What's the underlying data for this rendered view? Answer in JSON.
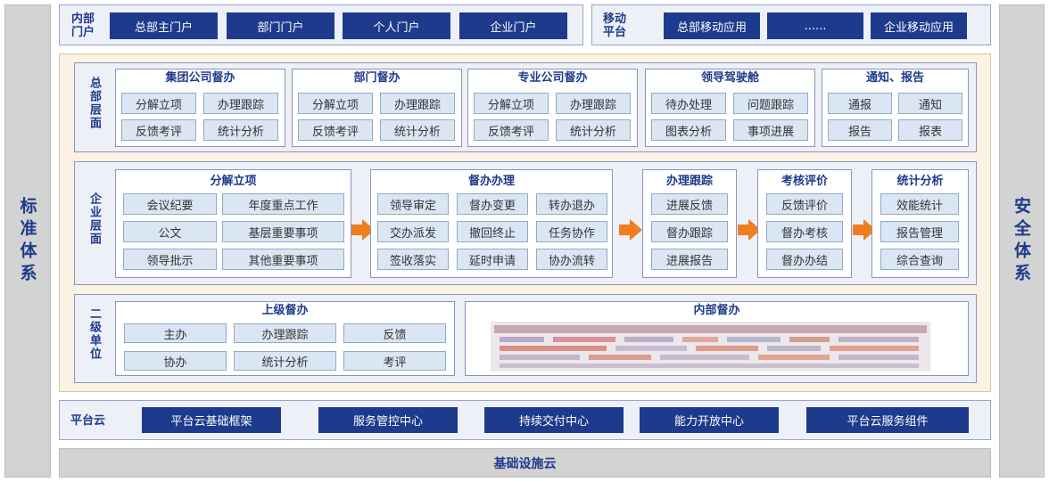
{
  "side": {
    "left": "标准体系",
    "right": "安全体系"
  },
  "portal": {
    "label": "内部门户",
    "items": [
      "总部主门户",
      "部门门户",
      "个人门户",
      "企业门户"
    ]
  },
  "mobile": {
    "label": "移动平台",
    "items": [
      "总部移动应用",
      "......",
      "企业移动应用"
    ]
  },
  "hq": {
    "label": "总部层面",
    "groups": [
      {
        "title": "集团公司督办",
        "cells": [
          "分解立项",
          "办理跟踪",
          "反馈考评",
          "统计分析"
        ]
      },
      {
        "title": "部门督办",
        "cells": [
          "分解立项",
          "办理跟踪",
          "反馈考评",
          "统计分析"
        ]
      },
      {
        "title": "专业公司督办",
        "cells": [
          "分解立项",
          "办理跟踪",
          "反馈考评",
          "统计分析"
        ]
      },
      {
        "title": "领导驾驶舱",
        "cells": [
          "待办处理",
          "问题跟踪",
          "图表分析",
          "事项进展"
        ]
      },
      {
        "title": "通知、报告",
        "cells": [
          "通报",
          "通知",
          "报告",
          "报表"
        ]
      }
    ]
  },
  "ent": {
    "label": "企业层面",
    "decompose": {
      "title": "分解立项",
      "cells": [
        "会议纪要",
        "年度重点工作",
        "公文",
        "基层重要事项",
        "领导批示",
        "其他重要事项"
      ]
    },
    "handle": {
      "title": "督办办理",
      "cells": [
        "领导审定",
        "督办变更",
        "转办退办",
        "交办派发",
        "撤回终止",
        "任务协作",
        "签收落实",
        "延时申请",
        "协办流转"
      ]
    },
    "track": {
      "title": "办理跟踪",
      "cells": [
        "进展反馈",
        "督办跟踪",
        "进展报告"
      ]
    },
    "eval": {
      "title": "考核评价",
      "cells": [
        "反馈评价",
        "督办考核",
        "督办办结"
      ]
    },
    "stats": {
      "title": "统计分析",
      "cells": [
        "效能统计",
        "报告管理",
        "综合查询"
      ]
    }
  },
  "sub": {
    "label": "二级单位",
    "upper": {
      "title": "上级督办",
      "cells": [
        "主办",
        "办理跟踪",
        "反馈",
        "协办",
        "统计分析",
        "考评"
      ]
    },
    "internal": {
      "title": "内部督办"
    }
  },
  "cloud": {
    "label": "平台云",
    "items": [
      "平台云基础框架",
      "服务管控中心",
      "持续交付中心",
      "能力开放中心",
      "平台云服务组件"
    ]
  },
  "infra": "基础设施云",
  "colors": {
    "navy": "#1e3a8c",
    "arrow": "#f07d1e",
    "cell": "#dbe6f4",
    "cream": "#fdf3e3"
  }
}
